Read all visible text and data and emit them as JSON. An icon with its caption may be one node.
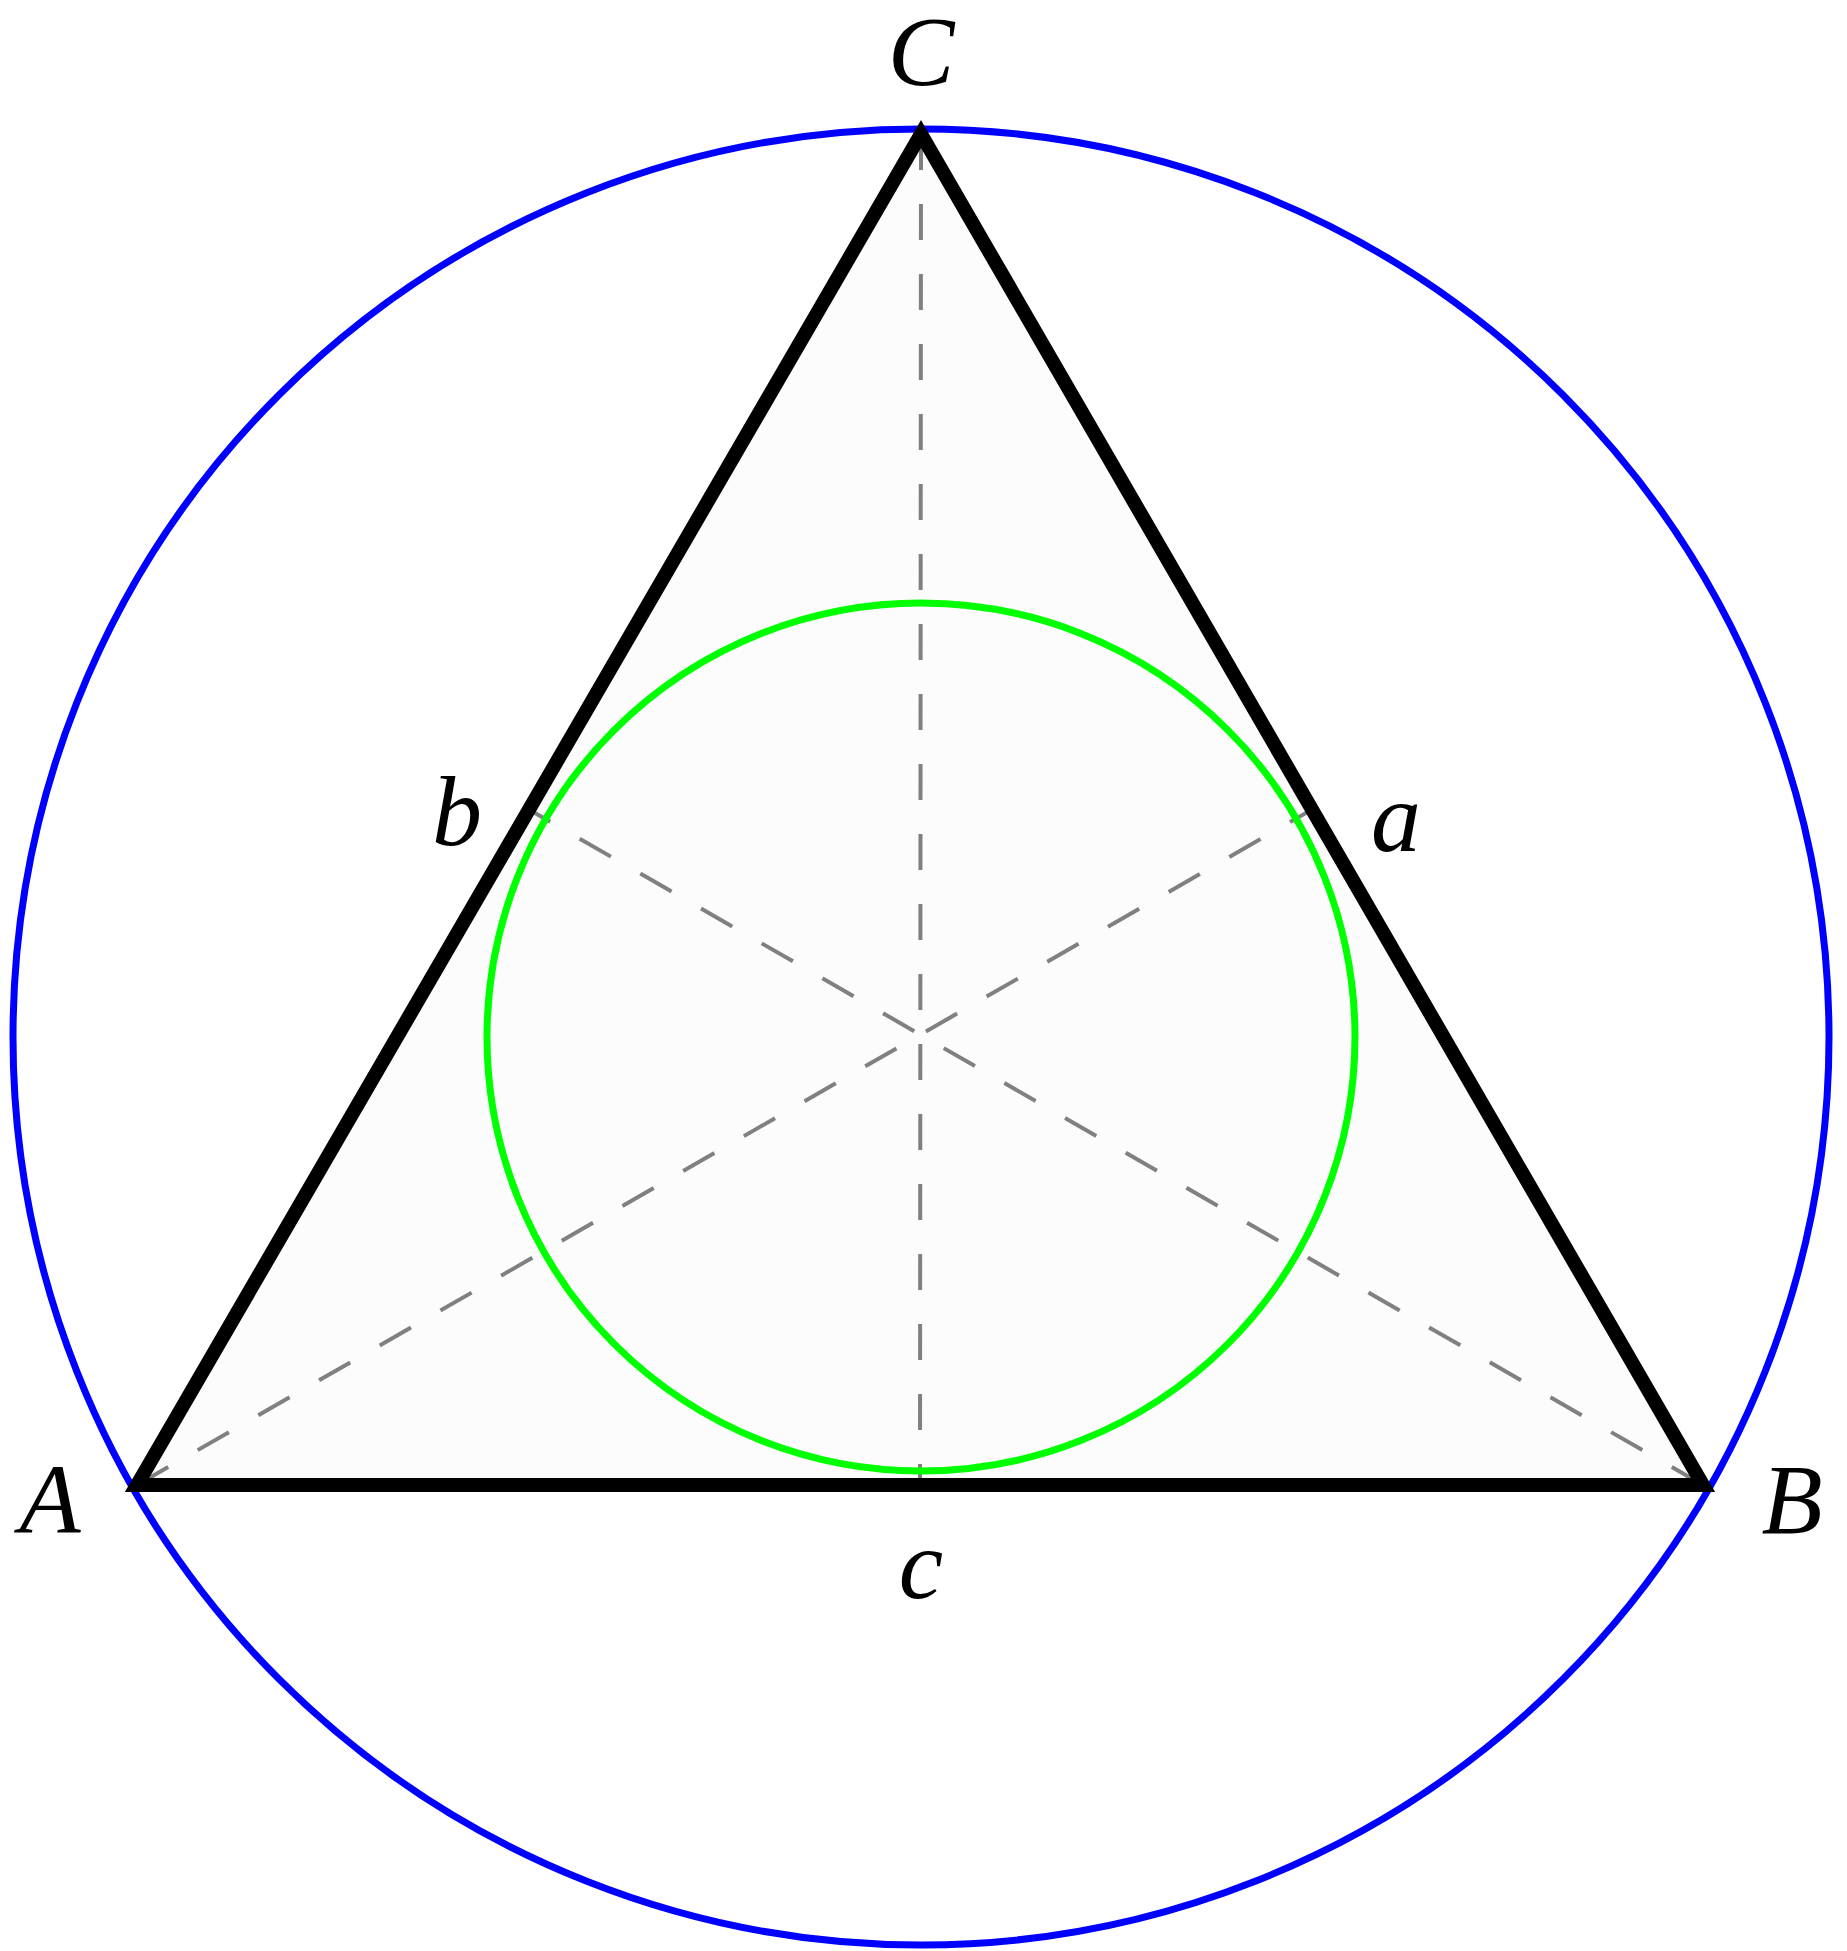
{
  "diagram": {
    "labels": [
      "C",
      "b",
      "a",
      "A",
      "c",
      "B"
    ]
  }
}
